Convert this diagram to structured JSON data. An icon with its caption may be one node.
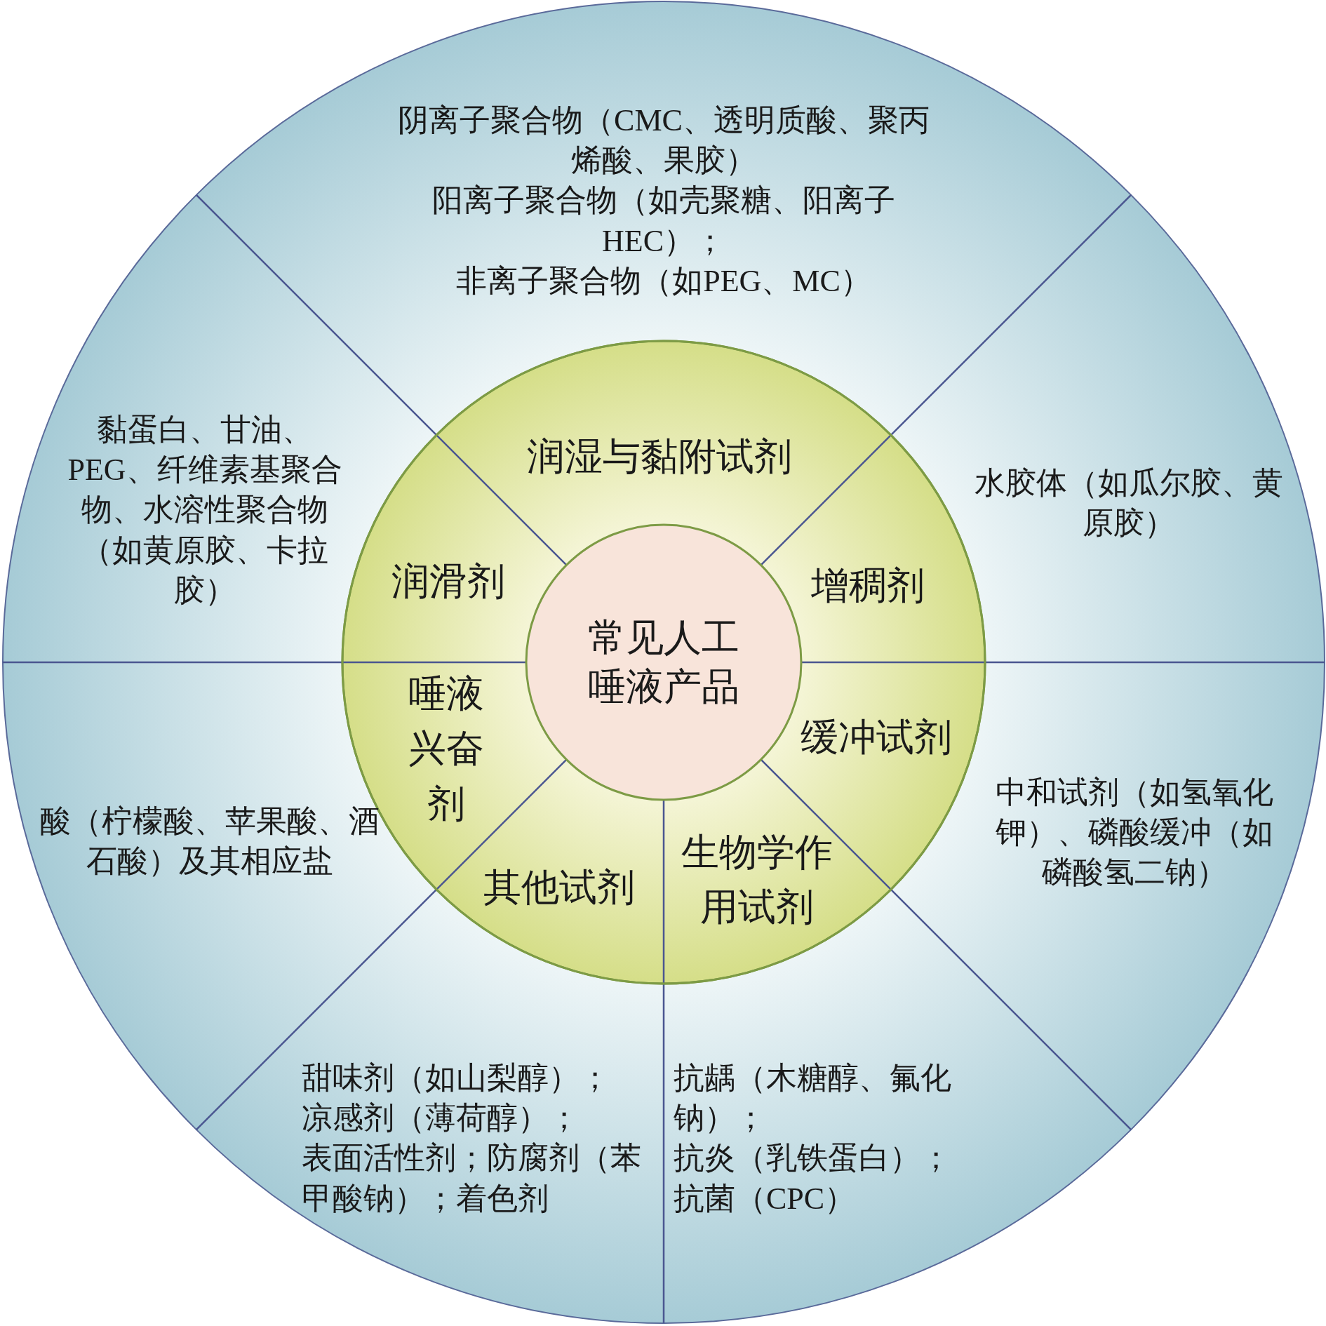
{
  "diagram": {
    "nodes": [
      {
        "text": [
          "常见人工唾液产品"
        ]
      },
      {
        "text": [
          "润湿与黏附试剂"
        ]
      },
      {
        "text": [
          "增稠剂"
        ]
      },
      {
        "text": [
          "缓冲试剂"
        ]
      },
      {
        "text": [
          "生物学作用试剂"
        ]
      },
      {
        "text": [
          "其他试剂"
        ]
      },
      {
        "text": [
          "唾液兴奋剂"
        ]
      },
      {
        "text": [
          "润滑剂"
        ]
      },
      {
        "text": [
          "阴离子聚合物（CMC、透明质酸、聚丙烯酸、果胶）",
          "阳离子聚合物（如壳聚糖、阳离子HEC）；",
          "非离子聚合物（如PEG、MC）"
        ]
      },
      {
        "text": [
          "水胶体（如瓜尔胶、黄原胶）"
        ]
      },
      {
        "text": [
          "中和试剂（如氢氧化钾）、磷酸缓冲（如磷酸氢二钠）"
        ]
      },
      {
        "text": [
          "抗龋（木糖醇、氟化钠）；",
          "抗炎（乳铁蛋白）；",
          "抗菌（CPC）"
        ]
      },
      {
        "text": [
          "甜味剂（如山梨醇）；",
          "凉感剂（薄荷醇）；",
          "表面活性剂；防腐剂（苯甲酸钠）；着色剂"
        ]
      },
      {
        "text": [
          "酸（柠檬酸、苹果酸、酒石酸）及其相应盐"
        ]
      },
      {
        "text": [
          "黏蛋白、甘油、PEG、纤维素基聚合物、水溶性聚合物（如黄原胶、卡拉胶）"
        ]
      }
    ]
  }
}
